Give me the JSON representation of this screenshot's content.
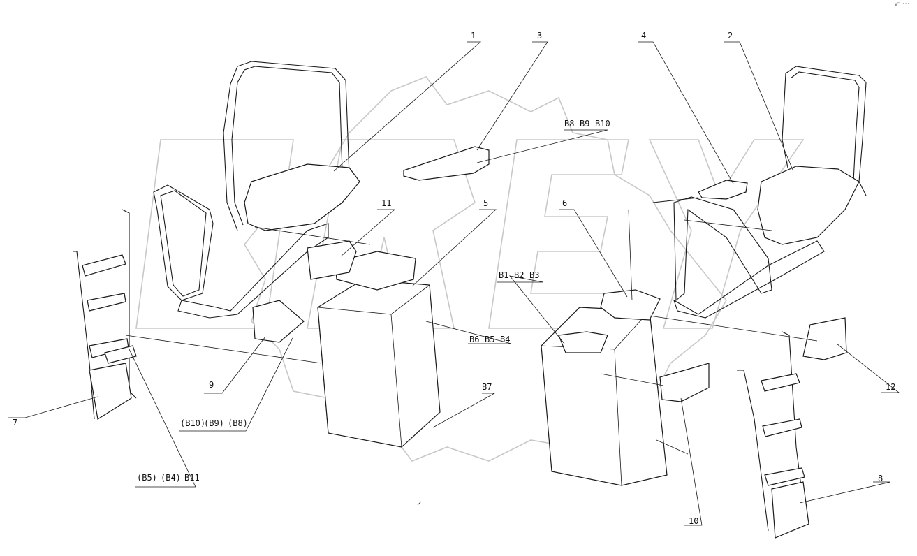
{
  "corner_note": "а™ ᵃᵃᵃ",
  "watermark_text": "OREY",
  "callouts": [
    {
      "id": "1",
      "label": "1"
    },
    {
      "id": "2",
      "label": "2"
    },
    {
      "id": "3",
      "label": "3"
    },
    {
      "id": "4",
      "label": "4"
    },
    {
      "id": "5",
      "label": "5"
    },
    {
      "id": "6",
      "label": "6"
    },
    {
      "id": "7",
      "label": "7"
    },
    {
      "id": "8",
      "label": "8"
    },
    {
      "id": "9",
      "label": "9"
    },
    {
      "id": "10",
      "label": "10"
    },
    {
      "id": "11",
      "label": "11"
    },
    {
      "id": "12",
      "label": "12"
    }
  ],
  "fastener_groups": {
    "g_b8_b9_b10": [
      "B8",
      "B9",
      "B10"
    ],
    "g_b1_b2_b3": [
      "B1",
      "B2",
      "B3"
    ],
    "g_b6_b5_b4": [
      "B6",
      "B5",
      "B4"
    ],
    "g_b7": [
      "B7"
    ],
    "g_b10_b9_b8": [
      "(B10)",
      "(B9)",
      "(B8)"
    ],
    "g_b5_b4_b11": [
      "(B5)",
      "(B4)",
      "B11"
    ]
  }
}
